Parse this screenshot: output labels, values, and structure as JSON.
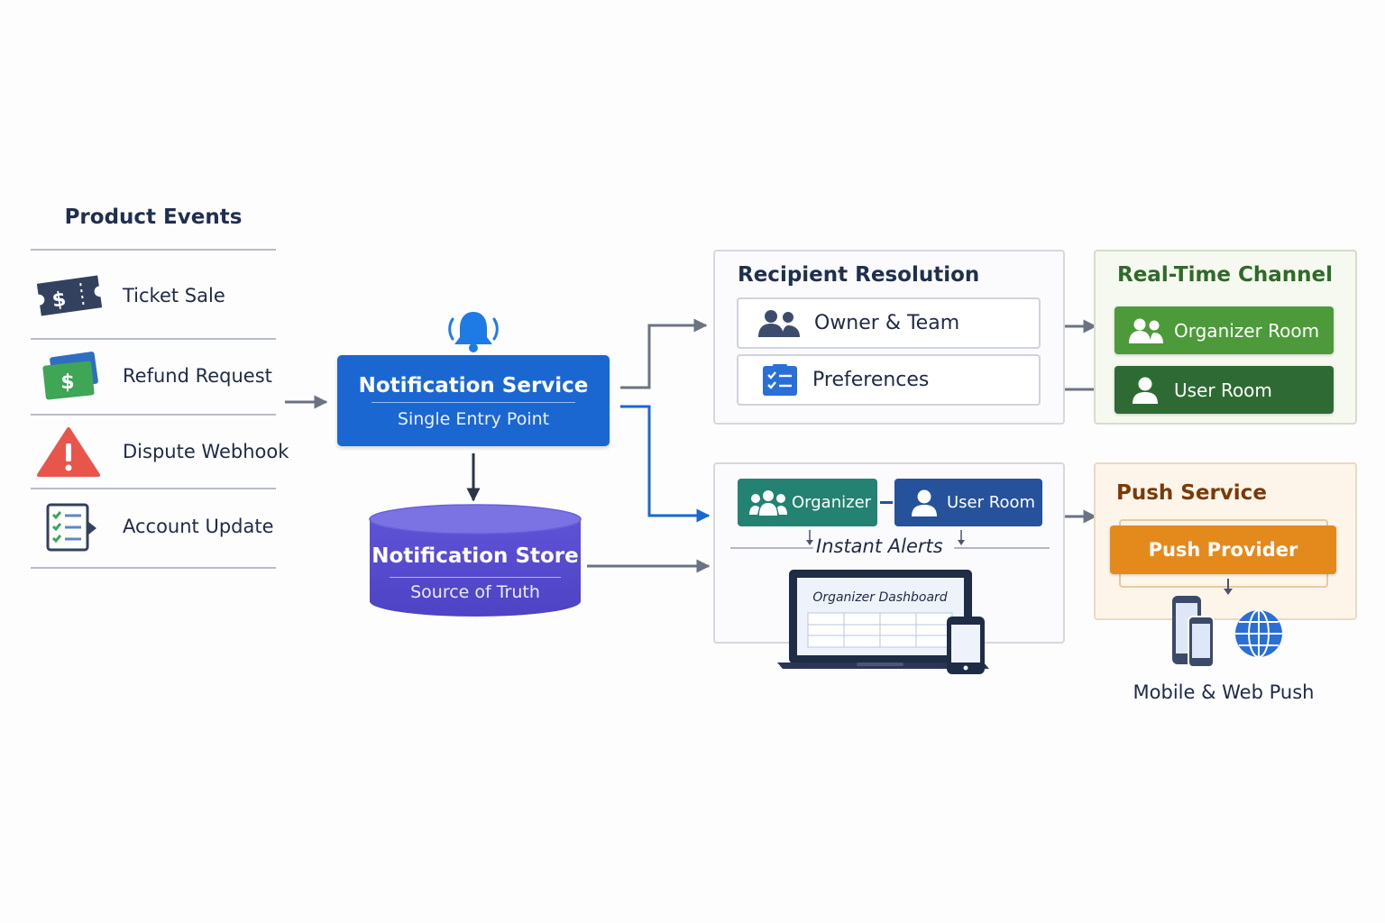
{
  "events": {
    "title": "Product Events",
    "items": [
      {
        "label": "Ticket Sale",
        "icon": "ticket-icon"
      },
      {
        "label": "Refund Request",
        "icon": "money-icon"
      },
      {
        "label": "Dispute Webhook",
        "icon": "warning-icon"
      },
      {
        "label": "Account Update",
        "icon": "checklist-icon"
      }
    ]
  },
  "service": {
    "title": "Notification Service",
    "subtitle": "Single Entry Point",
    "icon": "bell-icon"
  },
  "store": {
    "title": "Notification Store",
    "subtitle": "Source of Truth"
  },
  "resolution": {
    "title": "Recipient Resolution",
    "items": [
      {
        "label": "Owner & Team",
        "icon": "team-icon"
      },
      {
        "label": "Preferences",
        "icon": "checklist-icon"
      }
    ]
  },
  "realtime": {
    "title": "Real-Time Channel",
    "rooms": [
      {
        "label": "Organizer Room",
        "icon": "group-icon"
      },
      {
        "label": "User Room",
        "icon": "user-icon"
      }
    ]
  },
  "alerts": {
    "organizer": "Organizer",
    "user_room": "User Room",
    "instant": "Instant Alerts",
    "dashboard": "Organizer Dashboard"
  },
  "push": {
    "title": "Push Service",
    "provider": "Push Provider",
    "footer": "Mobile & Web Push"
  },
  "colors": {
    "service_blue": "#1b67d2",
    "store_purple": "#5b4fd0",
    "green_light": "#4d9a3b",
    "green_dark": "#2e6b34",
    "teal": "#238271",
    "navy": "#25529a",
    "orange": "#e48a1d",
    "connector": "#6b7383"
  }
}
